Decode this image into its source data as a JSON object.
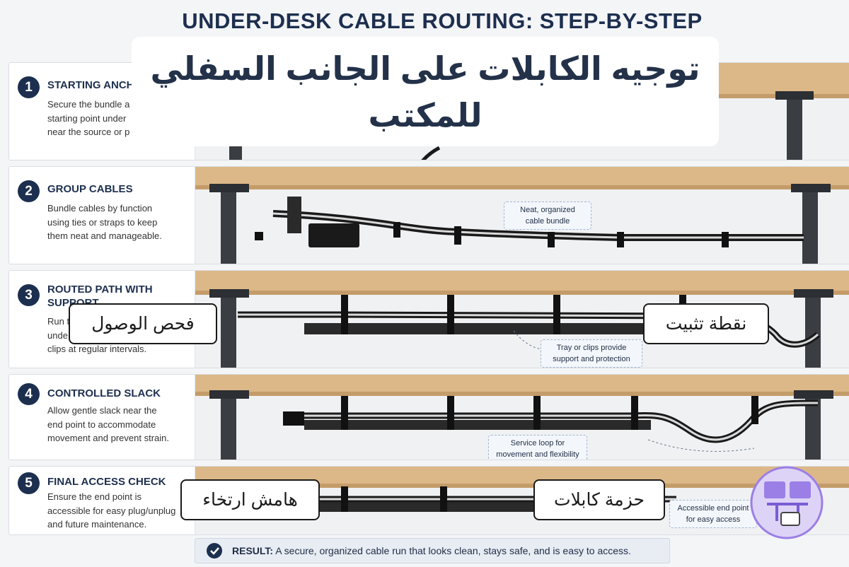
{
  "title": "UNDER-DESK CABLE ROUTING: STEP-BY-STEP",
  "overlay_title": "توجيه الكابلات على الجانب السفلي للمكتب",
  "steps": [
    {
      "number": "1",
      "title": "STARTING ANCH",
      "desc": [
        "Secure the bundle a",
        "starting point under",
        "near the source or p"
      ]
    },
    {
      "number": "2",
      "title": "GROUP CABLES",
      "desc": [
        "Bundle cables by function",
        "using ties or straps to keep",
        "them neat and manageable."
      ]
    },
    {
      "number": "3",
      "title_lines": [
        "ROUTED PATH WITH",
        "SUPPORT"
      ],
      "desc": [
        "Run t",
        "unde",
        "clips at regular intervals."
      ]
    },
    {
      "number": "4",
      "title": "CONTROLLED SLACK",
      "desc": [
        "Allow gentle slack near the",
        "end point to accommodate",
        "movement and prevent strain."
      ]
    },
    {
      "number": "5",
      "title": "FINAL ACCESS CHECK",
      "desc": [
        "Ensure the end point is",
        "accessible for easy plug/unplug",
        "and future maintenance."
      ]
    }
  ],
  "callouts": {
    "bundle": [
      "Neat, organized",
      "cable bundle"
    ],
    "tray": [
      "Tray or clips provide",
      "support and protection"
    ],
    "loop": [
      "Service loop for",
      "movement and flexibility"
    ],
    "access": [
      "Accessible end point",
      "for easy access"
    ]
  },
  "tags": {
    "access_check": "فحص الوصول",
    "anchor_point": "نقطة تثبيت",
    "slack_margin": "هامش ارتخاء",
    "cable_bundle": "حزمة كابلات"
  },
  "result": {
    "label": "RESULT:",
    "text": "A secure, organized cable run that looks clean, stays safe, and is easy to access."
  },
  "colors": {
    "navy": "#1d2f4f",
    "wood": "#dcb888",
    "leg": "#3a3d42",
    "cable": "#1a1a1a"
  }
}
